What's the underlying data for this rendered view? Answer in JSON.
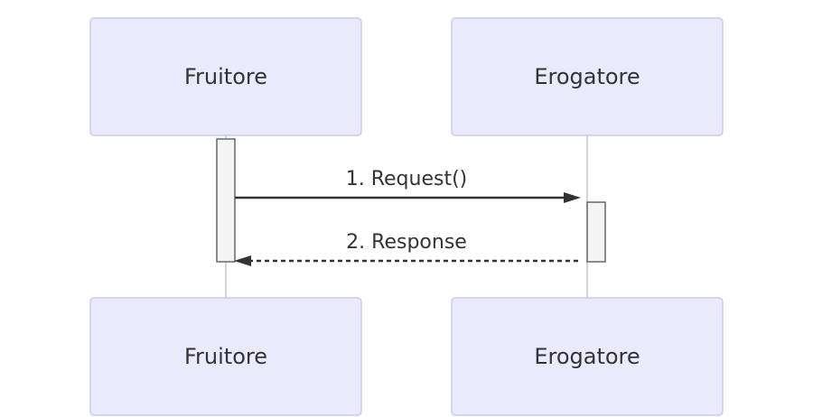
{
  "participants": [
    {
      "id": "fruitore",
      "name": "Fruitore"
    },
    {
      "id": "erogatore",
      "name": "Erogatore"
    }
  ],
  "messages": [
    {
      "number": "1.",
      "text": "Request()",
      "label": "1. Request()",
      "from": "fruitore",
      "to": "erogatore",
      "style": "solid"
    },
    {
      "number": "2.",
      "text": "Response",
      "label": "2. Response",
      "from": "erogatore",
      "to": "fruitore",
      "style": "dashed"
    }
  ],
  "colors": {
    "actor_fill": "#eaeafd",
    "actor_border": "#c9c9f2",
    "arrow": "#333333",
    "activation_fill": "#f4f4f4"
  }
}
